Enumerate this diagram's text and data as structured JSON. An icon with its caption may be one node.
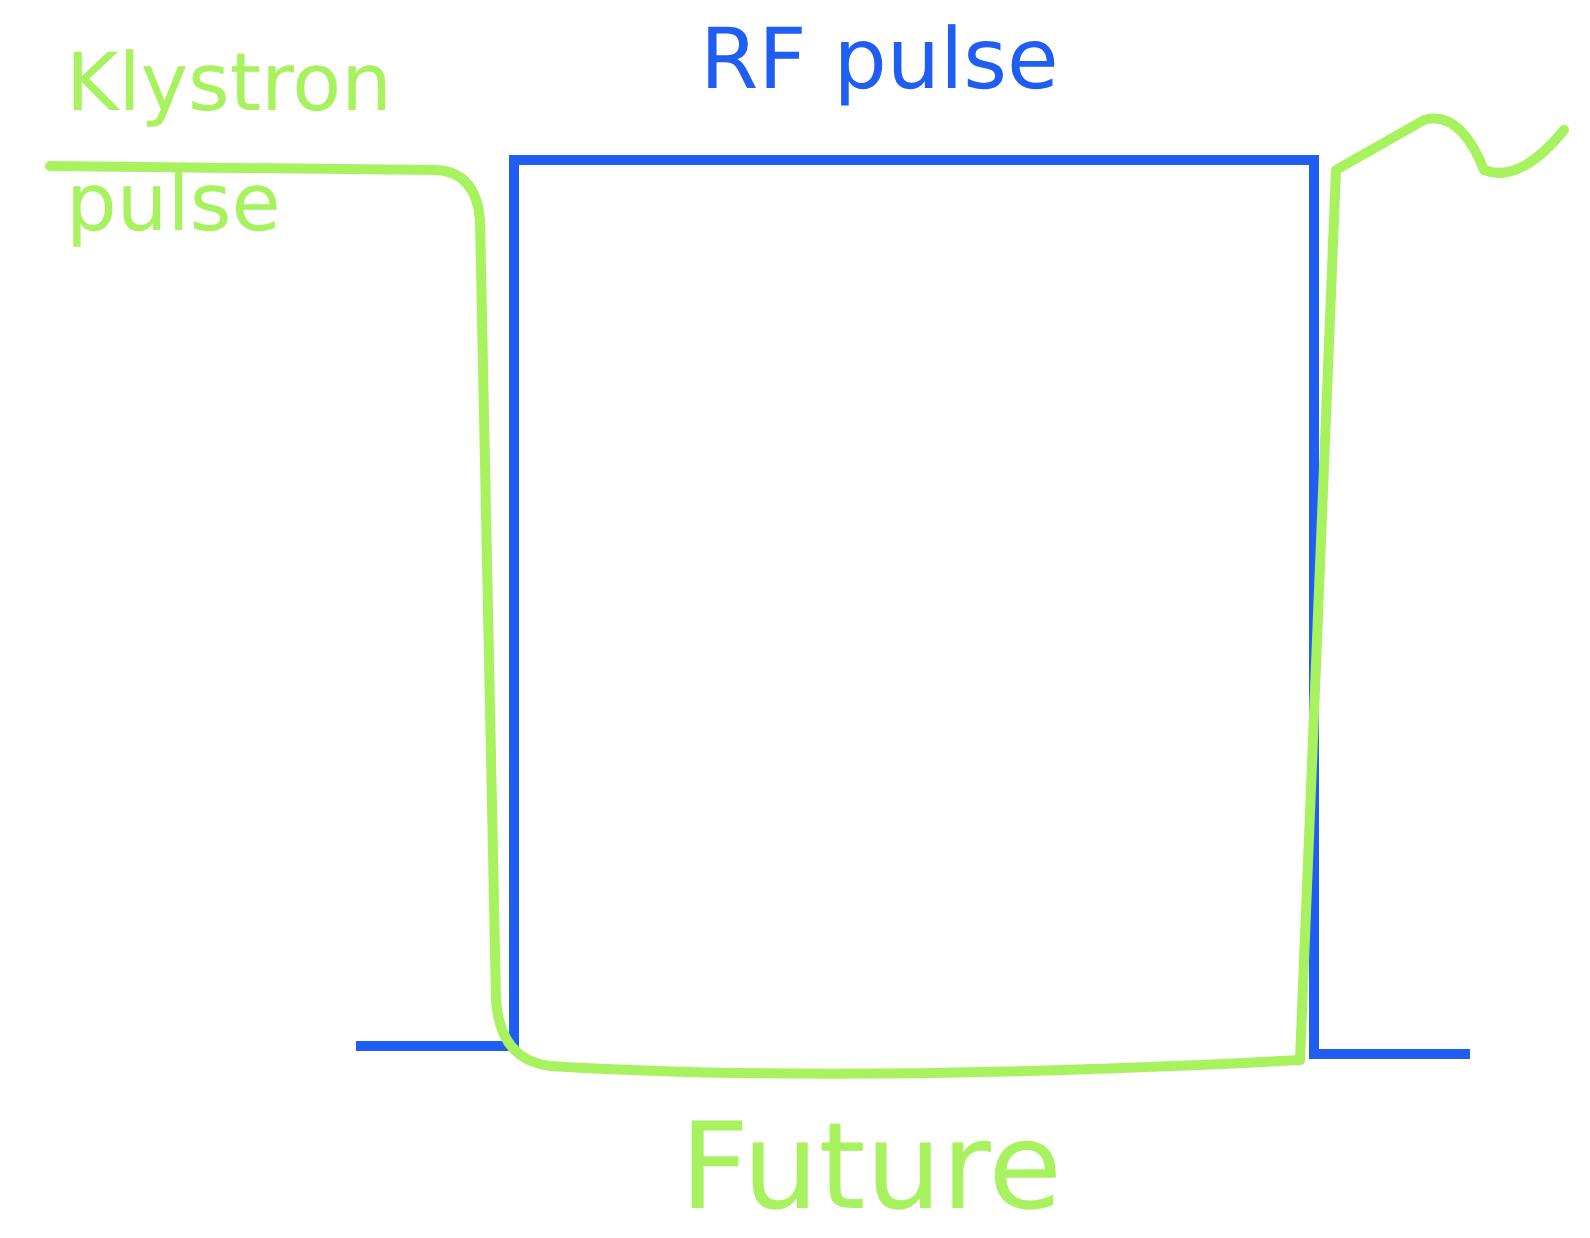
{
  "diagram": {
    "labels": [
      "Klystron pulse",
      "RF pulse",
      "Future"
    ]
  }
}
